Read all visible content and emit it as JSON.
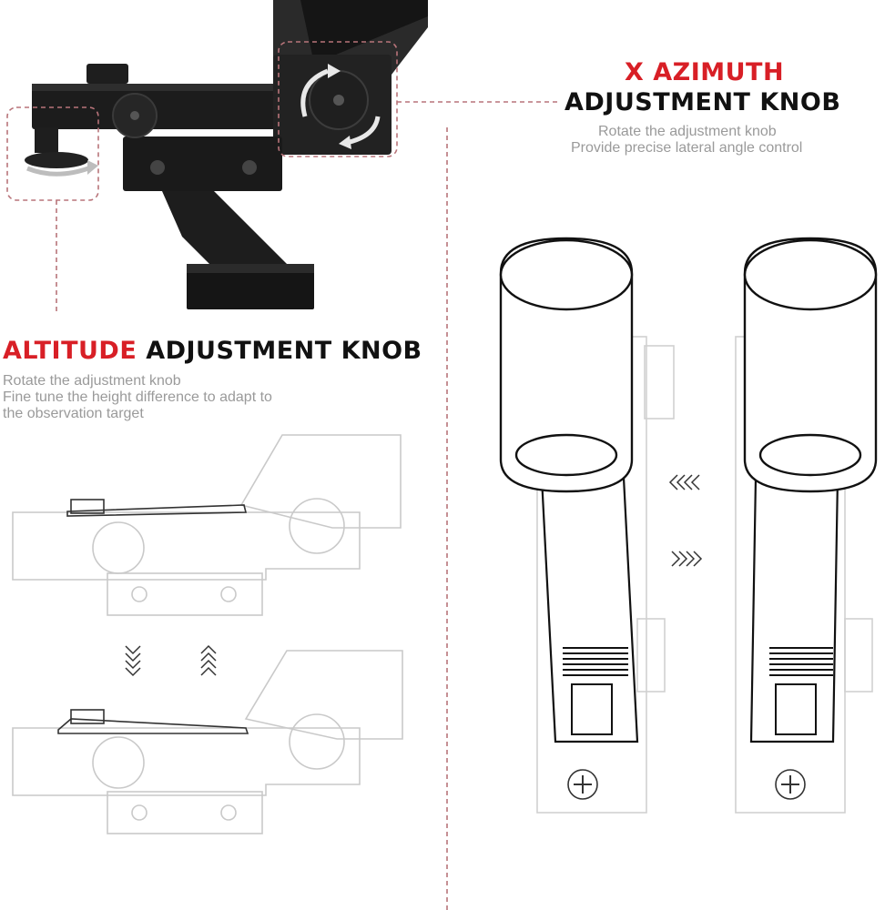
{
  "azimuth": {
    "title_accent": "X AZIMUTH",
    "title_main": "ADJUSTMENT KNOB",
    "desc_lines": [
      "Rotate the adjustment knob",
      "Provide precise lateral angle control"
    ]
  },
  "altitude": {
    "title_accent": "ALTITUDE",
    "title_main": "ADJUSTMENT KNOB",
    "desc_lines": [
      "Rotate the adjustment knob",
      "Fine tune the height difference to adapt to",
      "the observation target"
    ]
  },
  "colors": {
    "accent": "#d81f26",
    "dashed": "#b8747a",
    "diagram": "#c9c9c9",
    "device": "#1c1c1c"
  },
  "icons": [
    "arrow-down-chevrons-icon",
    "arrow-up-chevrons-icon",
    "arrow-left-chevrons-icon",
    "arrow-right-chevrons-icon"
  ]
}
